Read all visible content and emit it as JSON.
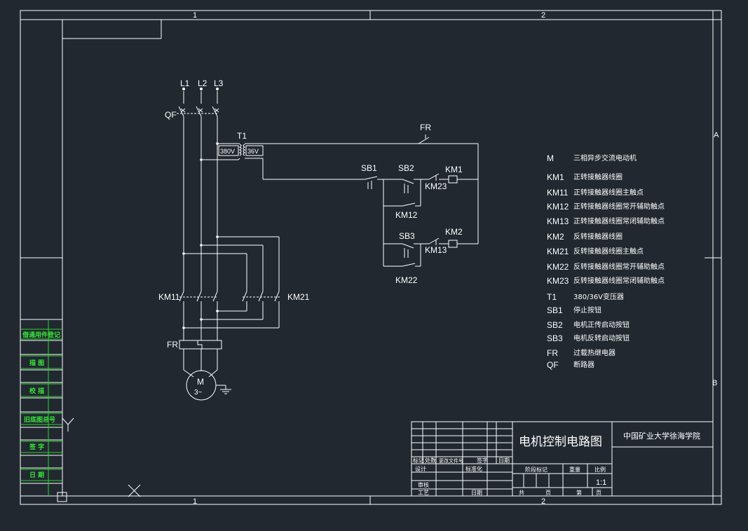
{
  "frame": {
    "zone_top_1": "1",
    "zone_top_2": "2",
    "zone_bottom_1": "1",
    "zone_bottom_2": "2",
    "zone_right_a": "A",
    "zone_right_b": "B"
  },
  "schematic": {
    "l1": "L1",
    "l2": "L2",
    "l3": "L3",
    "qf": "QF",
    "t1": "T1",
    "t1_primary": "380V",
    "t1_secondary": "36V",
    "fr_contact": "FR",
    "sb1": "SB1",
    "sb2": "SB2",
    "sb3": "SB3",
    "km1_coil": "KM1",
    "km2_coil": "KM2",
    "km23": "KM23",
    "km12": "KM12",
    "km13": "KM13",
    "km22": "KM22",
    "km11_main": "KM11",
    "km21_main": "KM21",
    "fr_heater": "FR",
    "motor_m": "M",
    "motor_3": "3~"
  },
  "legend": [
    {
      "code": "M",
      "desc": "三相异步交流电动机"
    },
    {
      "code": "KM1",
      "desc": "正转接触器线圈"
    },
    {
      "code": "KM11",
      "desc": "正转接触器线圈主触点"
    },
    {
      "code": "KM12",
      "desc": "正转接触器线圈常开辅助触点"
    },
    {
      "code": "KM13",
      "desc": "正转接触器线圈常闭辅助触点"
    },
    {
      "code": "KM2",
      "desc": "反转接触器线圈"
    },
    {
      "code": "KM21",
      "desc": "反转接触器线圈主触点"
    },
    {
      "code": "KM22",
      "desc": "反转接触器线圈常开辅助触点"
    },
    {
      "code": "KM23",
      "desc": "反转接触器线圈常闭辅助触点"
    },
    {
      "code": "T1",
      "desc": "380/36V变压器"
    },
    {
      "code": "SB1",
      "desc": "停止按钮"
    },
    {
      "code": "SB2",
      "desc": "电机正传启动按钮"
    },
    {
      "code": "SB3",
      "desc": "电机反转启动按钮"
    },
    {
      "code": "FR",
      "desc": "过载热继电器"
    },
    {
      "code": "QF",
      "desc": "断路器"
    }
  ],
  "side_panel": [
    "借通用件登记",
    "描 图",
    "校 描",
    "旧底图总号",
    "签 字",
    "日 期"
  ],
  "title_block": {
    "drawing_title": "电机控制电路图",
    "institution": "中国矿业大学徐海学院",
    "h_biaoji": "标记",
    "h_chushu": "处数",
    "h_gengai": "更改文件号",
    "h_qianzi": "签字",
    "h_riqi": "日期",
    "h_sheji": "设计",
    "h_biaozhunhua": "标准化",
    "h_jieduan": "阶段标记",
    "h_zhongliang": "重量",
    "h_bili": "比例",
    "scale": "1:1",
    "h_shenhe": "审核",
    "h_gongyi": "工艺",
    "h_pizhun": "日期",
    "h_gong": "共",
    "h_zhang": "页",
    "h_di": "第",
    "h_zhang2": "页"
  }
}
